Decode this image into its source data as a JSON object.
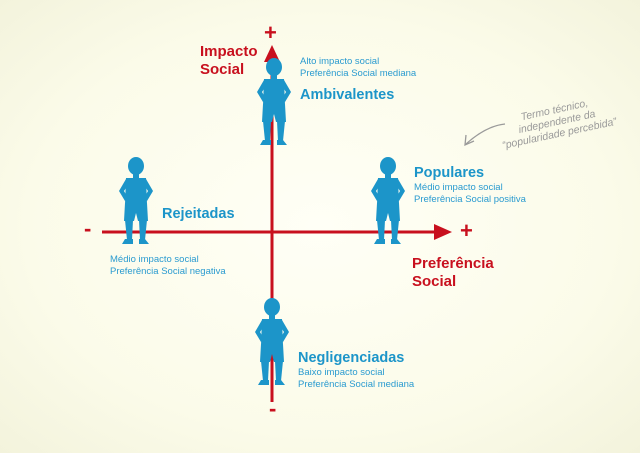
{
  "axes": {
    "y_title_line1": "Impacto",
    "y_title_line2": "Social",
    "x_title_line1": "Preferência",
    "x_title_line2": "Social",
    "y_plus": "+",
    "y_minus": "-",
    "x_plus": "+",
    "x_minus": "-"
  },
  "categories": {
    "ambivalentes": {
      "name": "Ambivalentes",
      "line1": "Alto impacto social",
      "line2": "Preferência Social mediana"
    },
    "populares": {
      "name": "Populares",
      "line1": "Médio impacto social",
      "line2": "Preferência Social positiva"
    },
    "rejeitadas": {
      "name": "Rejeitadas",
      "line1": "Médio impacto social",
      "line2": "Preferência Social negativa"
    },
    "negligenciadas": {
      "name": "Negligenciadas",
      "line1": "Baixo impacto social",
      "line2": "Preferência Social mediana"
    }
  },
  "note": {
    "line1": "Termo técnico,",
    "line2": "independente da",
    "line3": "“popularidade percebida”"
  },
  "colors": {
    "axis": "#c8101e",
    "figure": "#1c95c9",
    "note": "#9a9a9a"
  }
}
